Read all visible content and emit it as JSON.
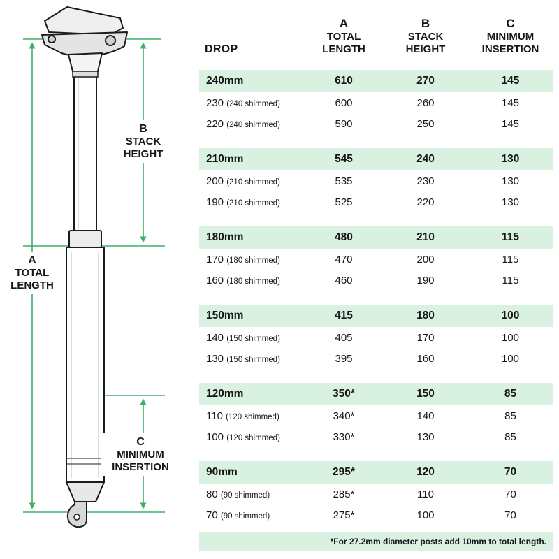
{
  "colors": {
    "accent": "#3fae68",
    "row_highlight": "#d9f1e1"
  },
  "diagram": {
    "dim_a": {
      "letter": "A",
      "line1": "TOTAL",
      "line2": "LENGTH"
    },
    "dim_b": {
      "letter": "B",
      "line1": "STACK",
      "line2": "HEIGHT"
    },
    "dim_c": {
      "letter": "C",
      "line1": "MINIMUM",
      "line2": "INSERTION"
    }
  },
  "table": {
    "header": {
      "drop": "DROP",
      "col_a": {
        "letter": "A",
        "line1": "TOTAL",
        "line2": "LENGTH"
      },
      "col_b": {
        "letter": "B",
        "line1": "STACK",
        "line2": "HEIGHT"
      },
      "col_c": {
        "letter": "C",
        "line1": "MINIMUM",
        "line2": "INSERTION"
      }
    },
    "groups": [
      {
        "header": {
          "drop": "240mm",
          "a": "610",
          "b": "270",
          "c": "145"
        },
        "rows": [
          {
            "drop": "230",
            "note": "(240 shimmed)",
            "a": "600",
            "b": "260",
            "c": "145"
          },
          {
            "drop": "220",
            "note": "(240 shimmed)",
            "a": "590",
            "b": "250",
            "c": "145"
          }
        ]
      },
      {
        "header": {
          "drop": "210mm",
          "a": "545",
          "b": "240",
          "c": "130"
        },
        "rows": [
          {
            "drop": "200",
            "note": "(210 shimmed)",
            "a": "535",
            "b": "230",
            "c": "130"
          },
          {
            "drop": "190",
            "note": "(210 shimmed)",
            "a": "525",
            "b": "220",
            "c": "130"
          }
        ]
      },
      {
        "header": {
          "drop": "180mm",
          "a": "480",
          "b": "210",
          "c": "115"
        },
        "rows": [
          {
            "drop": "170",
            "note": "(180 shimmed)",
            "a": "470",
            "b": "200",
            "c": "115"
          },
          {
            "drop": "160",
            "note": "(180 shimmed)",
            "a": "460",
            "b": "190",
            "c": "115"
          }
        ]
      },
      {
        "header": {
          "drop": "150mm",
          "a": "415",
          "b": "180",
          "c": "100"
        },
        "rows": [
          {
            "drop": "140",
            "note": "(150 shimmed)",
            "a": "405",
            "b": "170",
            "c": "100"
          },
          {
            "drop": "130",
            "note": "(150 shimmed)",
            "a": "395",
            "b": "160",
            "c": "100"
          }
        ]
      },
      {
        "header": {
          "drop": "120mm",
          "a": "350*",
          "b": "150",
          "c": "85"
        },
        "rows": [
          {
            "drop": "110",
            "note": "(120 shimmed)",
            "a": "340*",
            "b": "140",
            "c": "85"
          },
          {
            "drop": "100",
            "note": "(120 shimmed)",
            "a": "330*",
            "b": "130",
            "c": "85"
          }
        ]
      },
      {
        "header": {
          "drop": "90mm",
          "a": "295*",
          "b": "120",
          "c": "70"
        },
        "rows": [
          {
            "drop": "80",
            "note": "(90 shimmed)",
            "a": "285*",
            "b": "110",
            "c": "70"
          },
          {
            "drop": "70",
            "note": "(90 shimmed)",
            "a": "275*",
            "b": "100",
            "c": "70"
          }
        ]
      }
    ],
    "footnote": "*For 27.2mm diameter posts add 10mm to total length."
  }
}
